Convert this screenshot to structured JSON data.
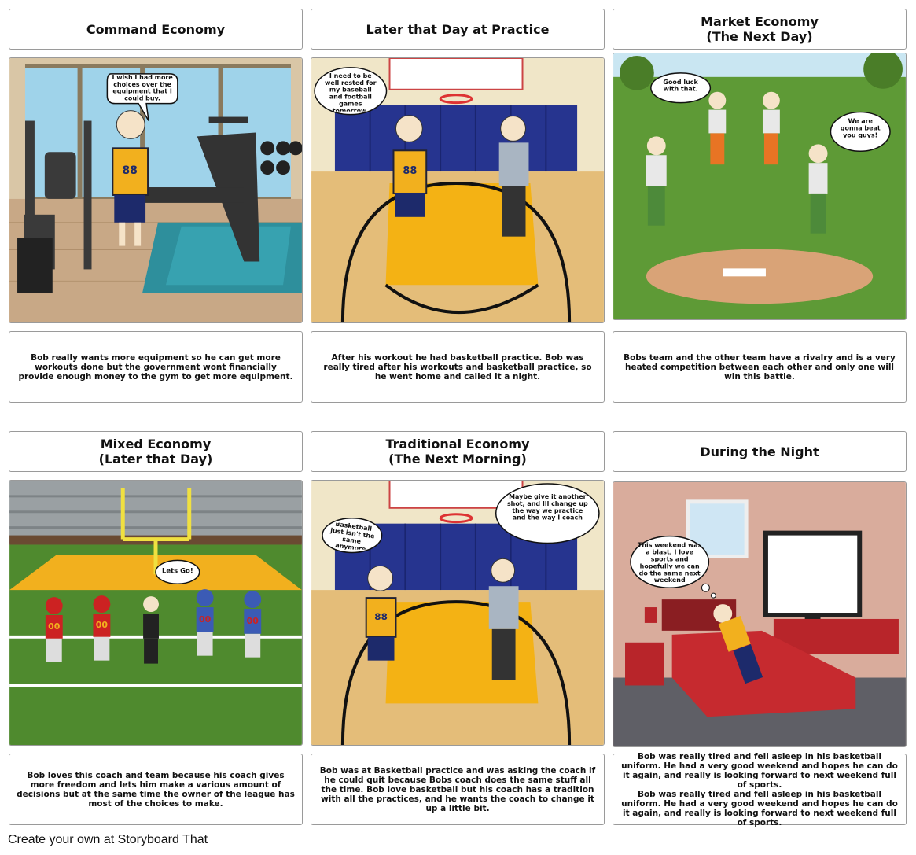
{
  "panels": [
    {
      "title": "Command Economy",
      "description": "Bob really wants more equipment so he can get more workouts done but the government wont financially provide enough money to the gym to get more equipment.",
      "bubbles": [
        "I wish I had more choices over the equipment that I could buy."
      ]
    },
    {
      "title": "Later that Day at Practice",
      "description": "After his workout he had basketball practice. Bob was really tired after his workouts and basketball practice, so he went home and called it a night.",
      "bubbles": [
        "I need to be well rested for my baseball and football games tomorrow."
      ]
    },
    {
      "title": "Market Economy\n(The Next Day)",
      "description": "Bobs team and the other team have a rivalry and is a very heated competition between each other and only one will win this battle.",
      "bubbles": [
        "Good luck with that.",
        "We are gonna beat you guys!"
      ]
    },
    {
      "title": "Mixed Economy\n(Later that Day)",
      "description": "Bob loves this coach and team because his coach gives more freedom and lets him make a various amount of decisions but at the same time the owner of the league has most of the choices to make.",
      "bubbles": [
        "Lets Go!"
      ]
    },
    {
      "title": "Traditional Economy\n(The Next Morning)",
      "description": "Bob was at Basketball practice and was asking the coach if he could quit because Bobs coach does the same stuff all the time. Bob love basketball but his coach has a tradition with all the practices, and he wants the coach to change it up a little bit.",
      "bubbles": [
        "Basketball just isn't the same anymore",
        "Maybe give it another shot, and Ill change up the way we practice and the way I coach"
      ]
    },
    {
      "title": "During the Night",
      "description": "Bob was really tired and fell asleep in his basketball uniform. He had a very good weekend and hopes he can do it again, and really is looking forward to next weekend full of sports.\nBob was really tired and fell asleep in his basketball uniform. He had a very good weekend and hopes he can do it again, and really is looking forward to next weekend full of sports.",
      "bubbles": [
        "This weekend was a blast, I love sports and hopefully we can do the same next weekend"
      ]
    }
  ],
  "jersey_numbers": [
    "88",
    "00"
  ],
  "footer": "Create your own at Storyboard That"
}
